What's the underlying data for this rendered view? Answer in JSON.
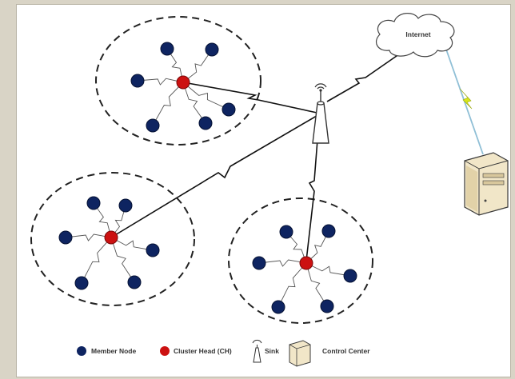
{
  "diagram": {
    "internet_label": "Internet",
    "legend": {
      "member_node": "Member Node",
      "cluster_head": "Cluster Head (CH)",
      "sink": "Sink",
      "control_center": "Control Center"
    },
    "colors": {
      "member_node": "#0e2461",
      "cluster_head": "#cc1111",
      "cluster_boundary": "#222222",
      "link": "#111111",
      "wireless_link": "#6ec0d8",
      "internet_link": "#8fbfd6",
      "lightning_accent": "#d6e619",
      "background": "#d9d4c6"
    },
    "icons": [
      "cloud-icon",
      "sink-antenna-icon",
      "server-icon",
      "lightning-icon"
    ]
  }
}
